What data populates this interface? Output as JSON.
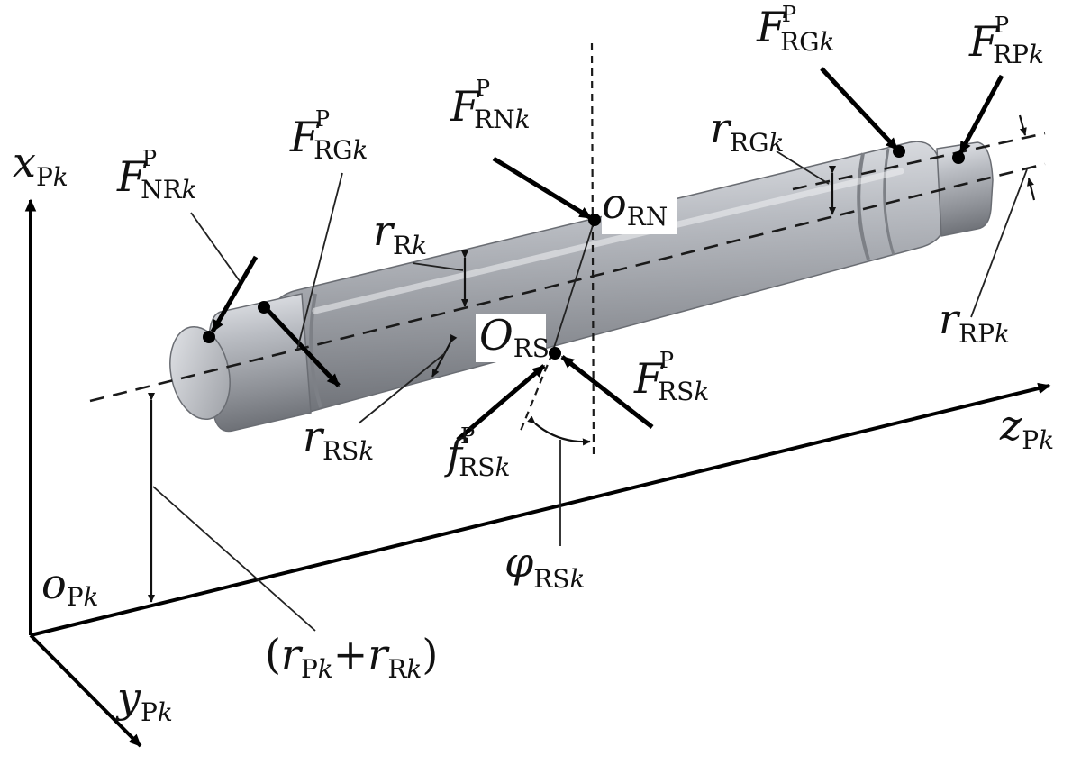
{
  "labels": {
    "x_axis": {
      "sym": "x",
      "sub": "P",
      "sub_it": "k"
    },
    "y_axis": {
      "sym": "y",
      "sub": "P",
      "sub_it": "k"
    },
    "z_axis": {
      "sym": "z",
      "sub": "P",
      "sub_it": "k"
    },
    "origin": {
      "sym": "o",
      "sub": "P",
      "sub_it": "k"
    },
    "f_nr": {
      "sym": "F",
      "sup": "P",
      "sub": "NR",
      "sub_it": "k"
    },
    "f_rg_left": {
      "sym": "F",
      "sup": "P",
      "sub": "RG",
      "sub_it": "k"
    },
    "f_rn": {
      "sym": "F",
      "sup": "P",
      "sub": "RN",
      "sub_it": "k"
    },
    "f_rg_right": {
      "sym": "F",
      "sup": "P",
      "sub": "RG",
      "sub_it": "k"
    },
    "f_rp": {
      "sym": "F",
      "sup": "P",
      "sub": "RP",
      "sub_it": "k"
    },
    "f_rs": {
      "sym": "F",
      "sup": "P",
      "sub": "RS",
      "sub_it": "k"
    },
    "f_friction": {
      "sym": "f",
      "sup": "P",
      "sub": "RS",
      "sub_it": "k"
    },
    "r_r": {
      "sym": "r",
      "sub": "R",
      "sub_it": "k"
    },
    "r_rg": {
      "sym": "r",
      "sub": "RG",
      "sub_it": "k"
    },
    "r_rp": {
      "sym": "r",
      "sub": "RP",
      "sub_it": "k"
    },
    "r_rs": {
      "sym": "r",
      "sub": "RS",
      "sub_it": "k"
    },
    "o_rn": {
      "sym": "o",
      "sub": "RN"
    },
    "o_rs": {
      "sym": "O",
      "sub": "RS"
    },
    "phi_rs": {
      "sym": "φ",
      "sub": "RS",
      "sub_it": "k"
    },
    "offset": {
      "open": "(",
      "r1": "r",
      "s1": "P",
      "k1": "k",
      "plus": "+",
      "r2": "r",
      "s2": "R",
      "k2": "k",
      "close": ")"
    }
  }
}
